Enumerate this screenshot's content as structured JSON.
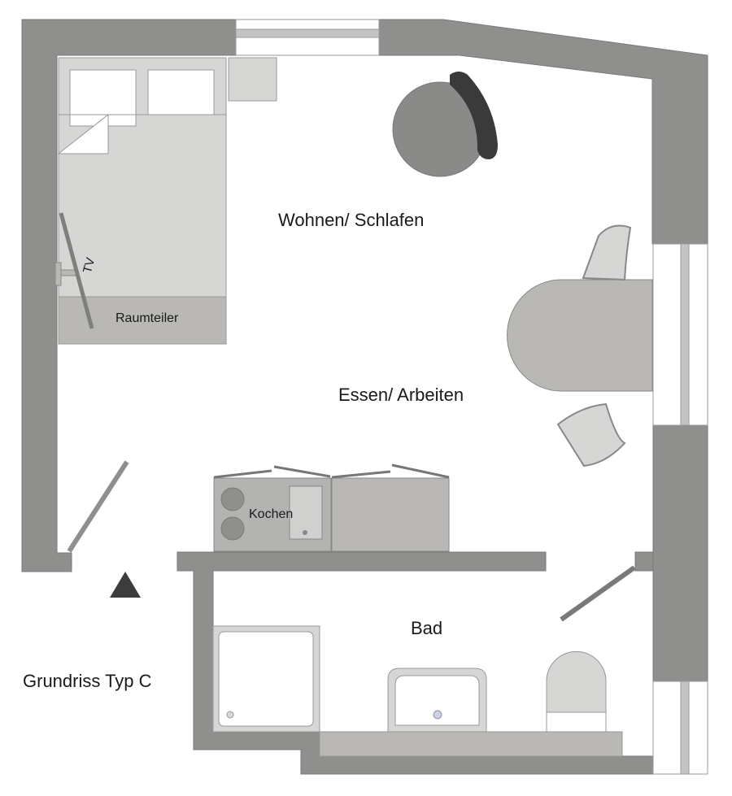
{
  "plan": {
    "title": "Grundriss Typ C",
    "rooms": [
      {
        "id": "wohnen",
        "label": "Wohnen/ Schlafen"
      },
      {
        "id": "essen",
        "label": "Essen/ Arbeiten"
      },
      {
        "id": "bad",
        "label": "Bad"
      }
    ],
    "furniture_labels": {
      "room_divider": "Raumteiler",
      "tv": "TV",
      "kitchen": "Kochen"
    },
    "entrance_marker": "entrance-triangle-icon",
    "colors": {
      "wall": "#8f8f8d",
      "wall_dark": "#6e6e6c",
      "furniture_light": "#d6d6d5",
      "furniture_mid": "#b9b8b4",
      "kitchen": "#b3b3b1",
      "armchair": "#8a8a88",
      "armchair_back": "#3a3a3a",
      "marker": "#3c3c3c",
      "window": "#c4c4c2",
      "drain": "#c8cfe6"
    }
  }
}
